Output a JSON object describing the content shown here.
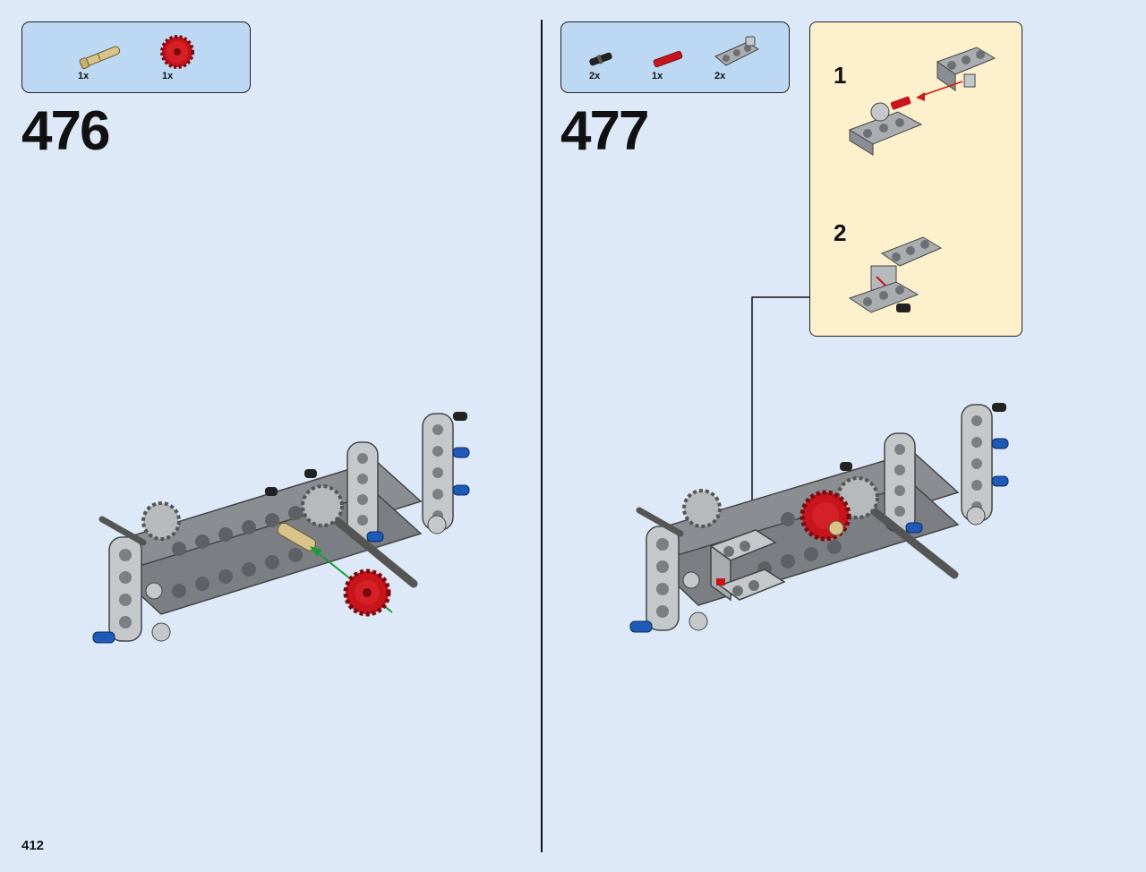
{
  "page": {
    "number": "412"
  },
  "steps": [
    {
      "number": "476",
      "parts": [
        {
          "icon": "tan-axle-pin-icon",
          "qty": "1x"
        },
        {
          "icon": "red-gear-icon",
          "qty": "1x"
        }
      ]
    },
    {
      "number": "477",
      "parts": [
        {
          "icon": "black-pin-icon",
          "qty": "2x"
        },
        {
          "icon": "red-axle-icon",
          "qty": "1x"
        },
        {
          "icon": "gray-beam-icon",
          "qty": "2x"
        }
      ],
      "substeps": [
        {
          "number": "1"
        },
        {
          "number": "2"
        }
      ]
    }
  ],
  "colors": {
    "background": "#dde9f8",
    "parts_box": "#bcd8f2",
    "subassembly_panel": "#fdf0cc",
    "gear_red": "#c8141c",
    "pin_blue": "#1e5bb8",
    "beam_gray": "#a9adb0",
    "arrow_green": "#1a9a3a",
    "arrow_red": "#d01a1a"
  }
}
